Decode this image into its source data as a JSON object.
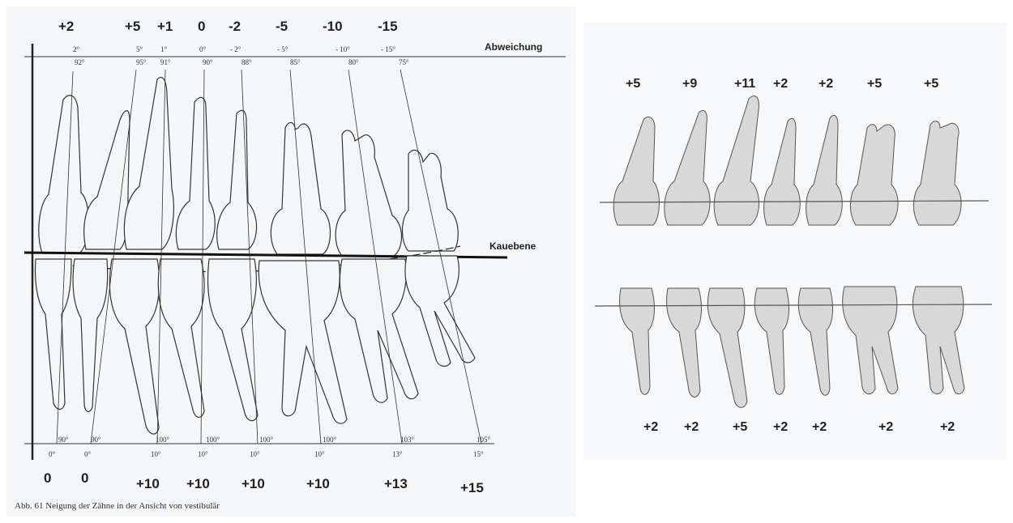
{
  "left_figure": {
    "top_values": [
      "+2",
      "+5",
      "+1",
      "0",
      "-2",
      "-5",
      "-10",
      "-15"
    ],
    "top_angles_a": [
      "2°",
      "5°",
      "1°",
      "0°",
      "- 2°",
      "- 5°",
      "- 10°",
      "- 15°"
    ],
    "top_angles_b": [
      "92°",
      "95°",
      "91°",
      "90°",
      "88°",
      "85°",
      "80°",
      "75°"
    ],
    "bottom_angles_a": [
      "90°",
      "90°",
      "100°",
      "100°",
      "100°",
      "100°",
      "103°",
      "105°"
    ],
    "bottom_angles_b": [
      "0°",
      "0°",
      "10°",
      "10°",
      "10°",
      "10°",
      "13°",
      "15°"
    ],
    "bottom_values": [
      "0",
      "0",
      "+10",
      "+10",
      "+10",
      "+10",
      "+13",
      "+15"
    ],
    "label_abweichung": "Abweichung",
    "label_kauebene": "Kauebene",
    "caption": "Abb. 61   Neigung der Zähne in der Ansicht von vestibulär"
  },
  "right_figure": {
    "top_values": [
      "+5",
      "+9",
      "+11",
      "+2",
      "+2",
      "+5",
      "+5"
    ],
    "bottom_values": [
      "+2",
      "+2",
      "+5",
      "+2",
      "+2",
      "+2",
      "+2"
    ]
  }
}
